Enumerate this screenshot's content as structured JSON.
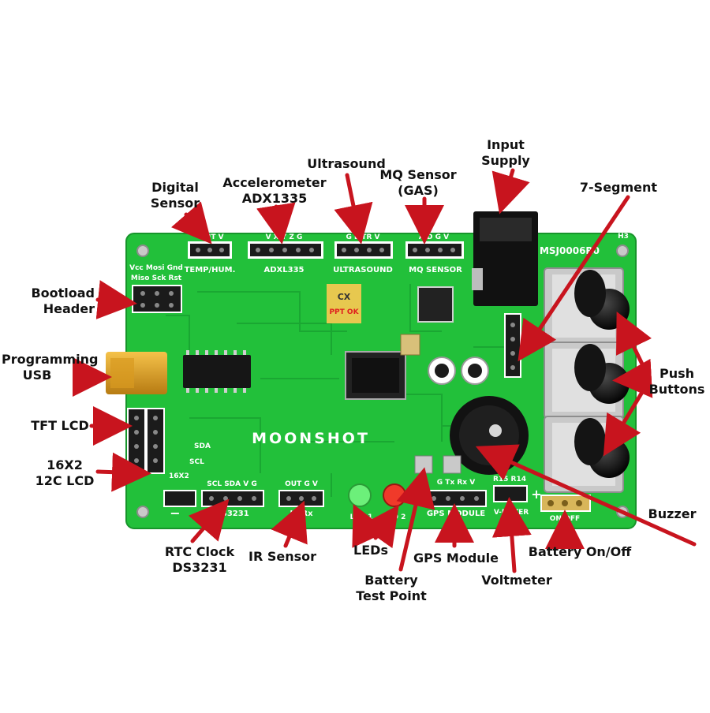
{
  "callouts": {
    "digital_sensor": "Digital\nSensor",
    "accelerometer": "Accelerometer\nADX1335",
    "ultrasound": "Ultrasound",
    "mq_sensor": "MQ Sensor\n(GAS)",
    "input_supply": "Input\nSupply",
    "seven_segment": "7-Segment",
    "bootload_header": "Bootload\nHeader",
    "programming_usb": "Programming\nUSB",
    "tft_lcd": "TFT LCD",
    "lcd_16x2": "16X2\n12C LCD",
    "push_buttons": "Push\nButtons",
    "buzzer": "Buzzer",
    "rtc_clock": "RTC Clock\nDS3231",
    "ir_sensor": "IR Sensor",
    "leds": "LEDs",
    "battery_test_point": "Battery\nTest Point",
    "gps_module": "GPS Module",
    "voltmeter": "Voltmeter",
    "battery_onoff": "Battery On/Off"
  },
  "silkscreen": {
    "temp_hum": "TEMP/HUM.",
    "temp_hum_pins": "OUT V",
    "adxl": "ADXL335",
    "adxl_pins": "V X Y Z G",
    "ultrasound": "ULTRASOUND",
    "ultra_pins": "G E TR V",
    "mq": "MQ SENSOR",
    "mq_pins": "A D G V",
    "model": "MSJ0006R0",
    "h3": "H3",
    "isp_top": "Vcc Mosi Gnd",
    "isp_bot": "Miso Sck Rst",
    "ds3231": "DS3231",
    "ds_pins": "SCL SDA V G",
    "ir": "IR Rx",
    "ir_pins": "OUT G V",
    "led1": "LED 1",
    "led2": "LED 2",
    "gps": "GPS MODULE",
    "gps_pins": "G Tx Rx V",
    "vmeter": "V-METER",
    "onoff": "ON/OFF",
    "brand": "MOONSHOT",
    "lcd16x2": "16X2",
    "sda": "SDA",
    "scl": "SCL",
    "plus": "+",
    "minus": "−",
    "qc_top": "CX",
    "qc_bot": "PPT OK",
    "r15r14": "R15 R14"
  },
  "colors": {
    "pcb": "#22c03a",
    "arrow": "#c8141e",
    "header_black": "#1b1b1b"
  }
}
